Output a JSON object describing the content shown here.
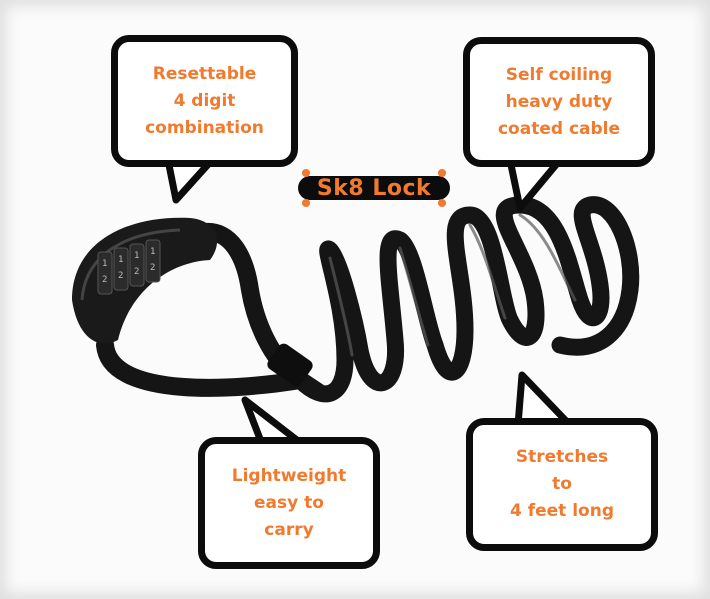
{
  "logo": {
    "text": "Sk8 Lock"
  },
  "callouts": [
    {
      "lines": [
        "Resettable",
        "4 digit",
        "combination"
      ]
    },
    {
      "lines": [
        "Self coiling",
        "heavy duty",
        "coated cable"
      ]
    },
    {
      "lines": [
        "Lightweight",
        "easy to",
        "carry"
      ]
    },
    {
      "lines": [
        "Stretches",
        "to",
        "4 feet long"
      ]
    }
  ],
  "lock_dial_digits": [
    "1",
    "2",
    "1",
    "2",
    "1",
    "2",
    "1",
    "2"
  ],
  "colors": {
    "accent": "#f07a2e",
    "border": "#0c0c0c",
    "cable": "#151515",
    "background": "#fbfbfb"
  }
}
